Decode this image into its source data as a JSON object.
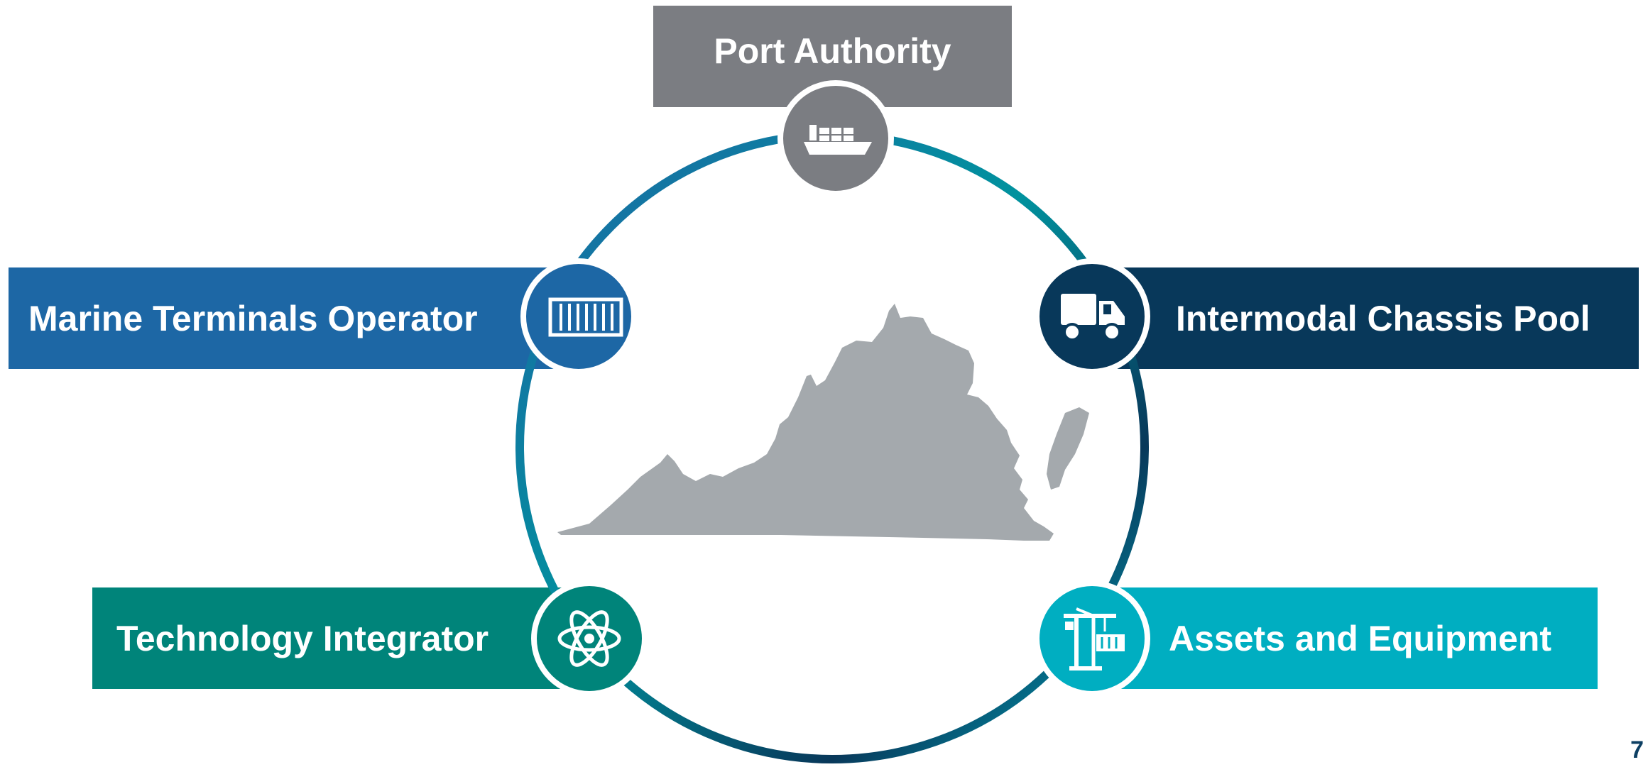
{
  "nodes": {
    "port_authority": {
      "label": "Port Authority",
      "color": "#7b7d82",
      "icon": "cargo-ship-icon"
    },
    "marine_terminals": {
      "label": "Marine Terminals Operator",
      "color": "#1d67a5",
      "icon": "shipping-container-icon"
    },
    "chassis_pool": {
      "label": "Intermodal Chassis Pool",
      "color": "#08385a",
      "icon": "truck-icon"
    },
    "technology": {
      "label": "Technology Integrator",
      "color": "#00847a",
      "icon": "atom-icon"
    },
    "assets": {
      "label": "Assets and Equipment",
      "color": "#00aec1",
      "icon": "port-crane-icon"
    }
  },
  "center_map": {
    "icon": "virginia-state-map",
    "color": "#a4a9ad"
  },
  "page_number": "7"
}
